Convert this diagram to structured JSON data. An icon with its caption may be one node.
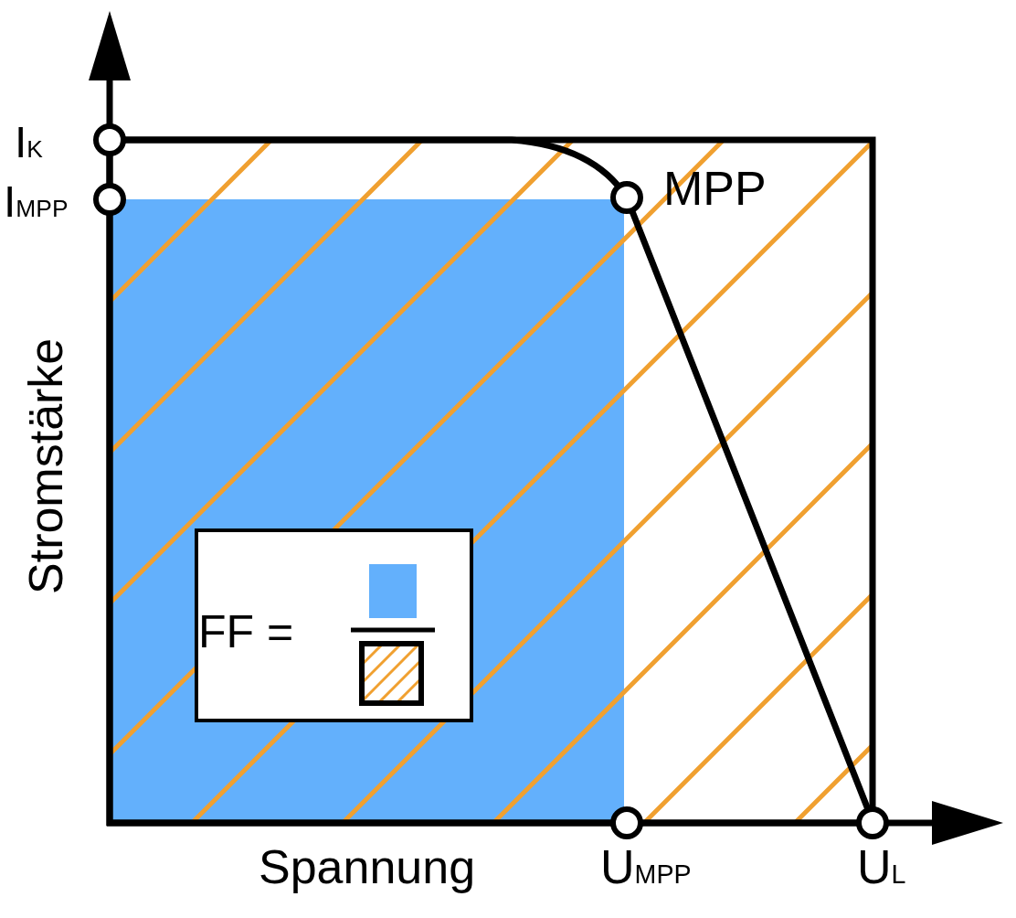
{
  "diagram": {
    "nodes": [
      {
        "text": [
          "FF ="
        ]
      }
    ],
    "edges": [],
    "labels": [
      "I$_{K}$",
      "I$_{MPP}$",
      "MPP",
      "Stromstärke",
      "Spannung",
      "U$_{MPP}$",
      "U$_{L}$"
    ]
  }
}
